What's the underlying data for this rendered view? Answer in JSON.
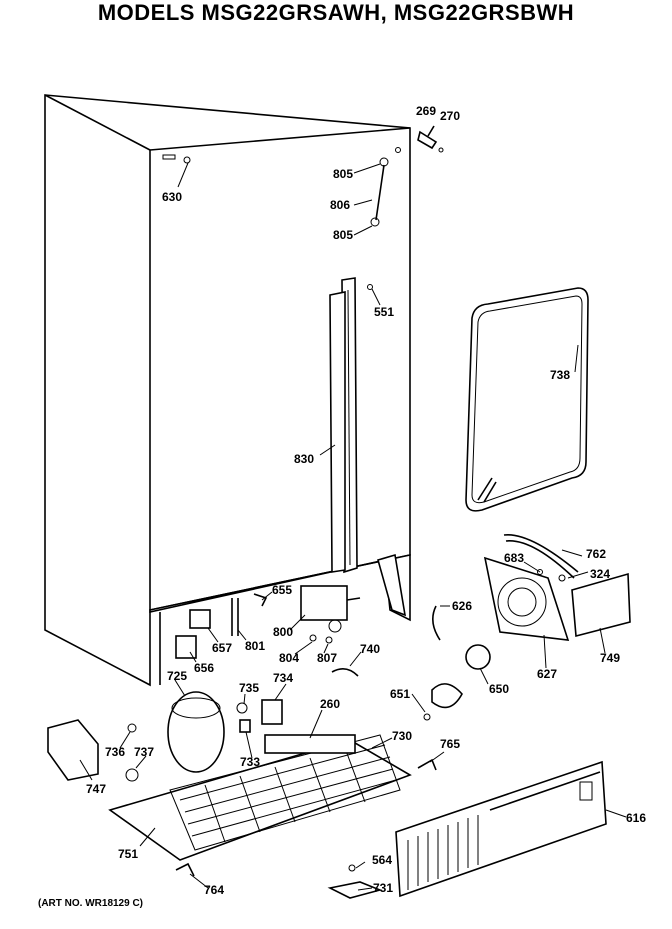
{
  "title": "MODELS MSG22GRSAWH, MSG22GRSBWH",
  "art_number": "(ART NO. WR18129 C)",
  "callouts": [
    "630",
    "805",
    "806",
    "805",
    "269",
    "270",
    "551",
    "738",
    "830",
    "655",
    "801",
    "800",
    "657",
    "656",
    "804",
    "807",
    "740",
    "626",
    "683",
    "762",
    "324",
    "650",
    "627",
    "749",
    "725",
    "735",
    "734",
    "260",
    "730",
    "651",
    "765",
    "736",
    "737",
    "733",
    "747",
    "751",
    "564",
    "731",
    "764",
    "616"
  ]
}
